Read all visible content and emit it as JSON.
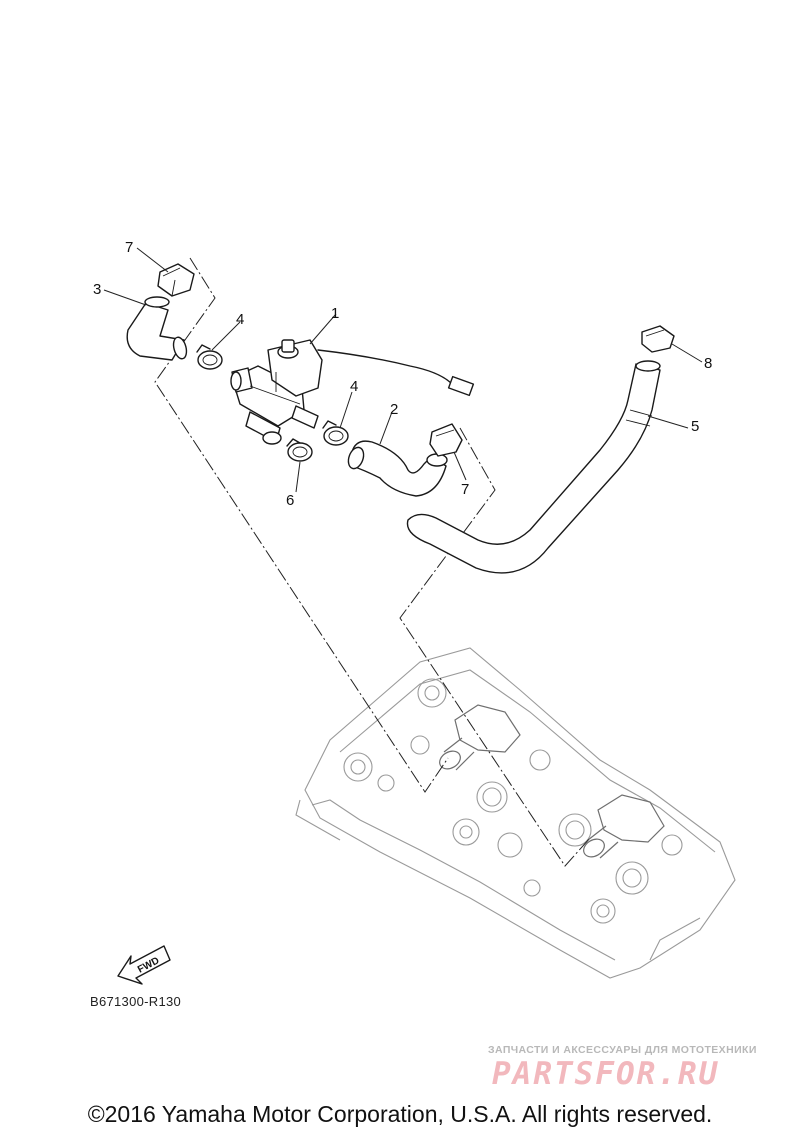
{
  "callouts": [
    {
      "id": "p1",
      "label": "1"
    },
    {
      "id": "p2",
      "label": "2"
    },
    {
      "id": "p3",
      "label": "3"
    },
    {
      "id": "p4a",
      "label": "4"
    },
    {
      "id": "p4b",
      "label": "4"
    },
    {
      "id": "p5",
      "label": "5"
    },
    {
      "id": "p6",
      "label": "6"
    },
    {
      "id": "p7a",
      "label": "7"
    },
    {
      "id": "p7b",
      "label": "7"
    },
    {
      "id": "p8",
      "label": "8"
    }
  ],
  "fwd_label": "FWD",
  "ref_code": "B671300-R130",
  "copyright": "©2016 Yamaha Motor Corporation, U.S.A. All rights reserved.",
  "watermark": {
    "tagline": "ЗАПЧАСТИ И АКСЕССУАРЫ ДЛЯ МОТОТЕХНИКИ",
    "logo": "PARTSFOR.RU"
  }
}
